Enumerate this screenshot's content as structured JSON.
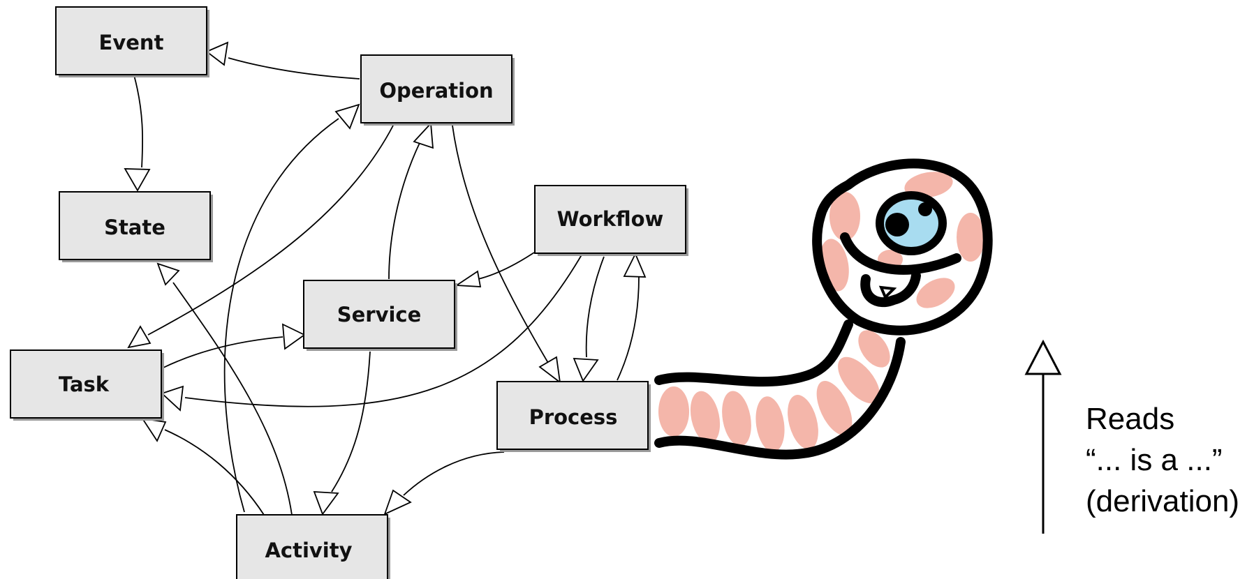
{
  "diagram": {
    "nodes": [
      {
        "id": "event",
        "label": "Event"
      },
      {
        "id": "operation",
        "label": "Operation"
      },
      {
        "id": "state",
        "label": "State"
      },
      {
        "id": "workflow",
        "label": "Workflow"
      },
      {
        "id": "service",
        "label": "Service"
      },
      {
        "id": "task",
        "label": "Task"
      },
      {
        "id": "process",
        "label": "Process"
      },
      {
        "id": "activity",
        "label": "Activity"
      }
    ],
    "edges": [
      {
        "from": "operation",
        "to": "event"
      },
      {
        "from": "event",
        "to": "state"
      },
      {
        "from": "operation",
        "to": "task"
      },
      {
        "from": "activity",
        "to": "operation"
      },
      {
        "from": "service",
        "to": "operation"
      },
      {
        "from": "operation",
        "to": "process"
      },
      {
        "from": "workflow",
        "to": "service"
      },
      {
        "from": "workflow",
        "to": "task"
      },
      {
        "from": "workflow",
        "to": "process"
      },
      {
        "from": "process",
        "to": "workflow"
      },
      {
        "from": "task",
        "to": "service"
      },
      {
        "from": "activity",
        "to": "state"
      },
      {
        "from": "activity",
        "to": "task"
      },
      {
        "from": "service",
        "to": "activity"
      },
      {
        "from": "process",
        "to": "activity"
      }
    ]
  },
  "legend": {
    "lines": [
      "Reads",
      "“... is a ...”",
      "(derivation)"
    ],
    "arrow_icon": "hollow-triangle-arrow-icon"
  },
  "illustration": {
    "icon": "cartoon-worm-icon"
  },
  "colors": {
    "box_fill": "#e6e6e6",
    "box_stroke": "#000000",
    "worm_pink": "#f4b6aa",
    "worm_eye": "#a8dcf0"
  }
}
